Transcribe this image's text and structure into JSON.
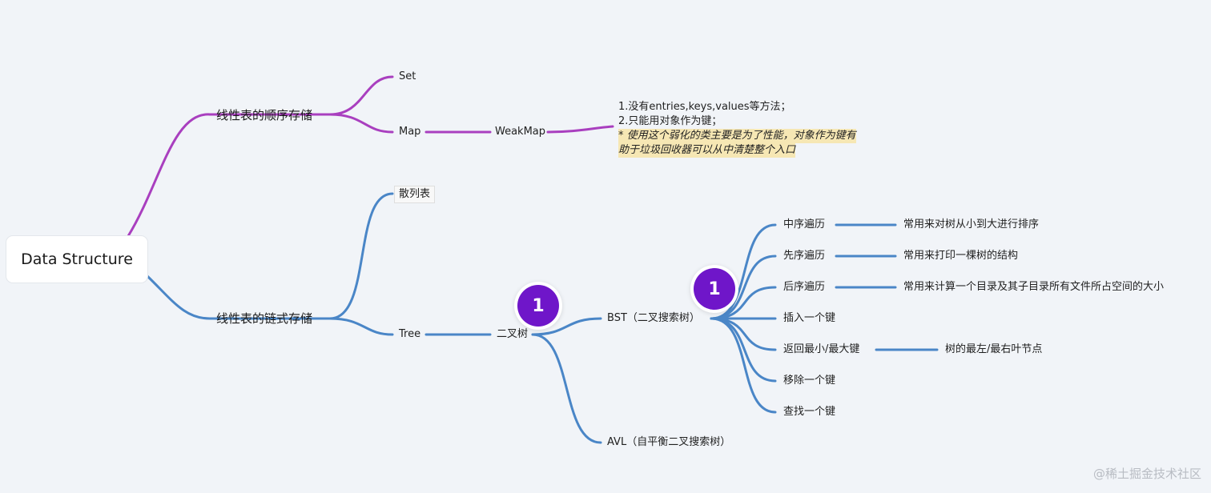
{
  "colors": {
    "background": "#f1f4f8",
    "purple_branch": "#a93fbf",
    "blue_branch": "#4a86c7",
    "badge": "#6f16c9",
    "highlight": "#f6e7b4"
  },
  "root": {
    "label": "Data Structure"
  },
  "branches": {
    "sequential": {
      "label": "线性表的顺序存储",
      "set": "Set",
      "map": "Map",
      "weakmap": "WeakMap",
      "note": {
        "line1": "1.没有entries,keys,values等方法；",
        "line2": "2.只能用对象作为键；",
        "line3": "* 使用这个弱化的类主要是为了性能，对象作为键有",
        "line4": "助于垃圾回收器可以从中清楚整个入口"
      }
    },
    "linked": {
      "label": "线性表的链式存储",
      "hash": "散列表",
      "tree": "Tree",
      "binary_tree": "二叉树",
      "bst": {
        "label": "BST（二叉搜索树）",
        "children": {
          "inorder": "中序遍历",
          "inorder_note": "常用来对树从小到大进行排序",
          "preorder": "先序遍历",
          "preorder_note": "常用来打印一棵树的结构",
          "postorder": "后序遍历",
          "postorder_note": "常用来计算一个目录及其子目录所有文件所占空间的大小",
          "insert": "插入一个键",
          "minmax": "返回最小/最大键",
          "minmax_note": "树的最左/最右叶节点",
          "remove": "移除一个键",
          "search": "查找一个键"
        }
      },
      "avl": "AVL（自平衡二叉搜索树）"
    }
  },
  "badges": {
    "badge1": "1",
    "badge2": "1"
  },
  "watermark": "@稀土掘金技术社区"
}
